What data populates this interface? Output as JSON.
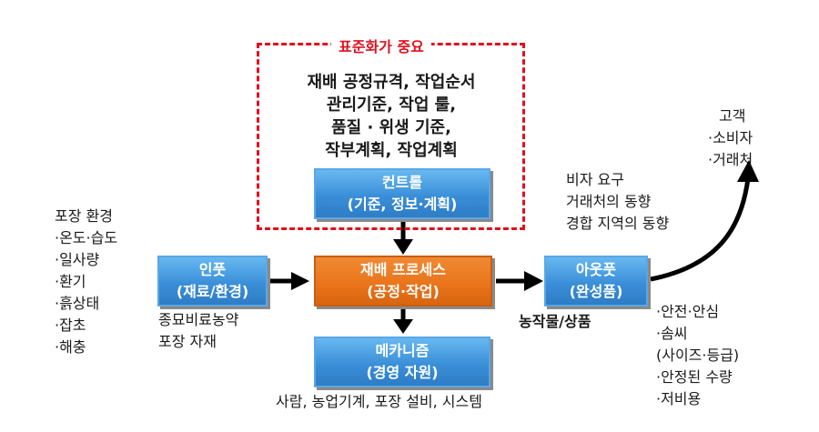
{
  "standard": {
    "title": "표준화가 중요",
    "lines": [
      "재배 공정규격, 작업순서",
      "관리기준, 작업 룰,",
      "품질 · 위생 기준,",
      "작부계획, 작업계획"
    ]
  },
  "control": {
    "line1": "컨트롤",
    "line2": "(기준, 정보·계획)"
  },
  "input": {
    "line1": "인풋",
    "line2": "(재료/환경)"
  },
  "process": {
    "line1": "재배 프로세스",
    "line2": "(공정·작업)"
  },
  "output": {
    "line1": "아웃풋",
    "line2": "(완성품)"
  },
  "mechanism": {
    "line1": "메카니즘",
    "line2": "(경영 자원)"
  },
  "environment": {
    "lines": [
      "포장 환경",
      "·온도·습도",
      "·일사량",
      "·환기",
      "·흙상태",
      "·잡초",
      "·해충"
    ]
  },
  "input_materials": {
    "lines": [
      "종묘비료농약",
      "포장 자재"
    ]
  },
  "mechanism_resources": "사람, 농업기계, 포장 설비, 시스템",
  "output_label": "농작물/상품",
  "output_qualities": {
    "lines": [
      "·안전·안심",
      "·솜씨",
      "(사이즈·등급)",
      "·안정된 수량",
      "·저비용"
    ]
  },
  "market": {
    "lines": [
      "비자 요구",
      "거래처의 동향",
      "경합 지역의 동향"
    ]
  },
  "customer": {
    "lines": [
      "고객",
      "·소비자",
      "·거래처"
    ]
  }
}
